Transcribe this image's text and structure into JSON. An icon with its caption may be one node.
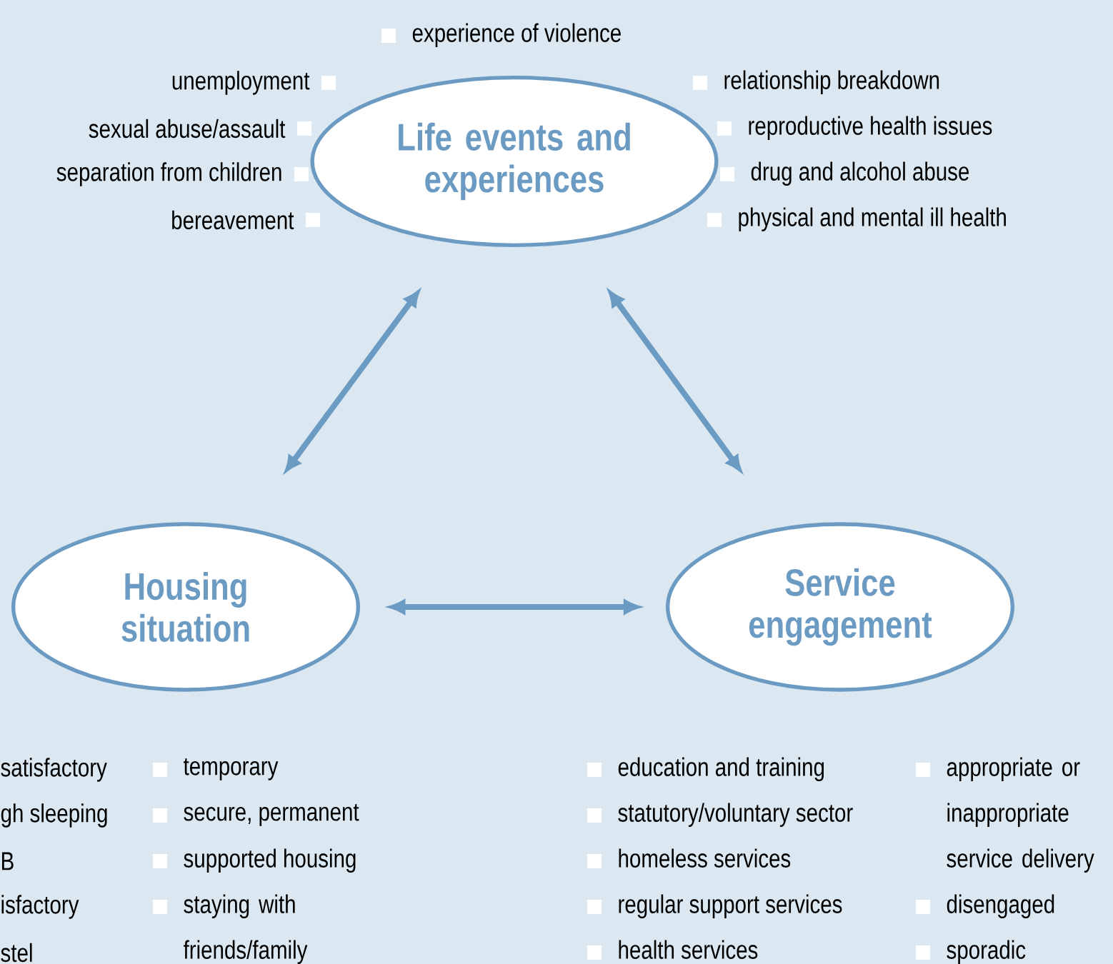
{
  "diagram": {
    "nodes": [
      {
        "text": [
          "Life events and experiences"
        ]
      },
      {
        "text": [
          "Housing situation"
        ]
      },
      {
        "text": [
          "Service engagement"
        ]
      }
    ],
    "edges": [
      {
        "from": 0,
        "to": 1,
        "arrow": "both"
      },
      {
        "from": 0,
        "to": 2,
        "arrow": "both"
      },
      {
        "from": 1,
        "to": 2,
        "arrow": "both"
      }
    ],
    "labels": [
      "experience of violence",
      "unemployment",
      "sexual abuse/assault",
      "separation from children",
      "bereavement",
      "relationship breakdown",
      "reproductive health issues",
      "drug and alcohol abuse",
      "physical and mental ill health",
      "satisfactory",
      "gh sleeping",
      "B",
      "isfactory",
      "stel",
      "temporary",
      "secure, permanent",
      "supported housing",
      "staying with friends/family",
      "education and training",
      "statutory/voluntary sector",
      "homeless services",
      "regular support services",
      "health services",
      "appropriate or inappropriate service delivery",
      "disengaged",
      "sporadic"
    ]
  }
}
